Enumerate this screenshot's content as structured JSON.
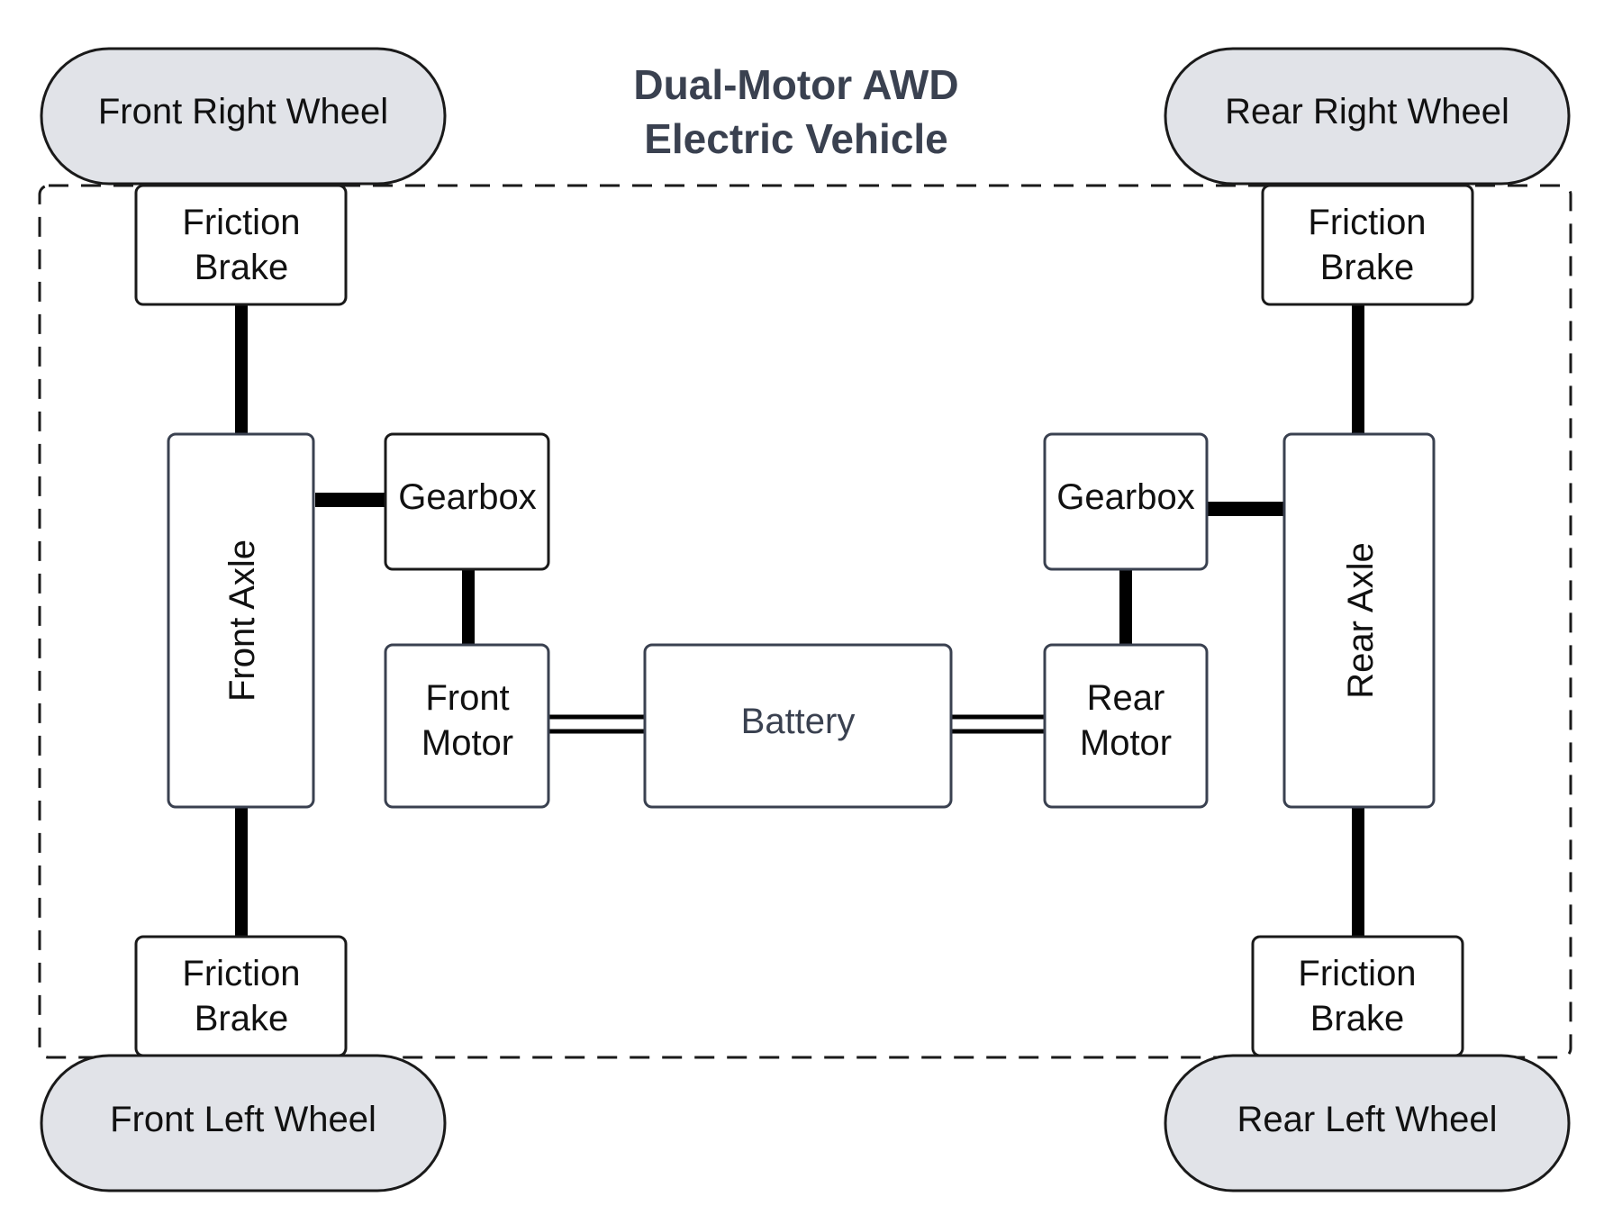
{
  "title": {
    "line1": "Dual-Motor AWD",
    "line2": "Electric Vehicle"
  },
  "wheels": {
    "front_right": "Front Right Wheel",
    "rear_right": "Rear Right Wheel",
    "front_left": "Front Left Wheel",
    "rear_left": "Rear Left Wheel"
  },
  "brakes": {
    "front_right": [
      "Friction",
      "Brake"
    ],
    "rear_right": [
      "Friction",
      "Brake"
    ],
    "front_left": [
      "Friction",
      "Brake"
    ],
    "rear_left": [
      "Friction",
      "Brake"
    ]
  },
  "axles": {
    "front": "Front Axle",
    "rear": "Rear Axle"
  },
  "gearboxes": {
    "front": "Gearbox",
    "rear": "Gearbox"
  },
  "motors": {
    "front": [
      "Front",
      "Motor"
    ],
    "rear": [
      "Rear",
      "Motor"
    ]
  },
  "battery": "Battery",
  "colors": {
    "wheel_fill": "#e1e3e8",
    "stroke": "#3a4150",
    "link": "#000000",
    "title": "#3a4150",
    "battery_text": "#3a4150"
  }
}
